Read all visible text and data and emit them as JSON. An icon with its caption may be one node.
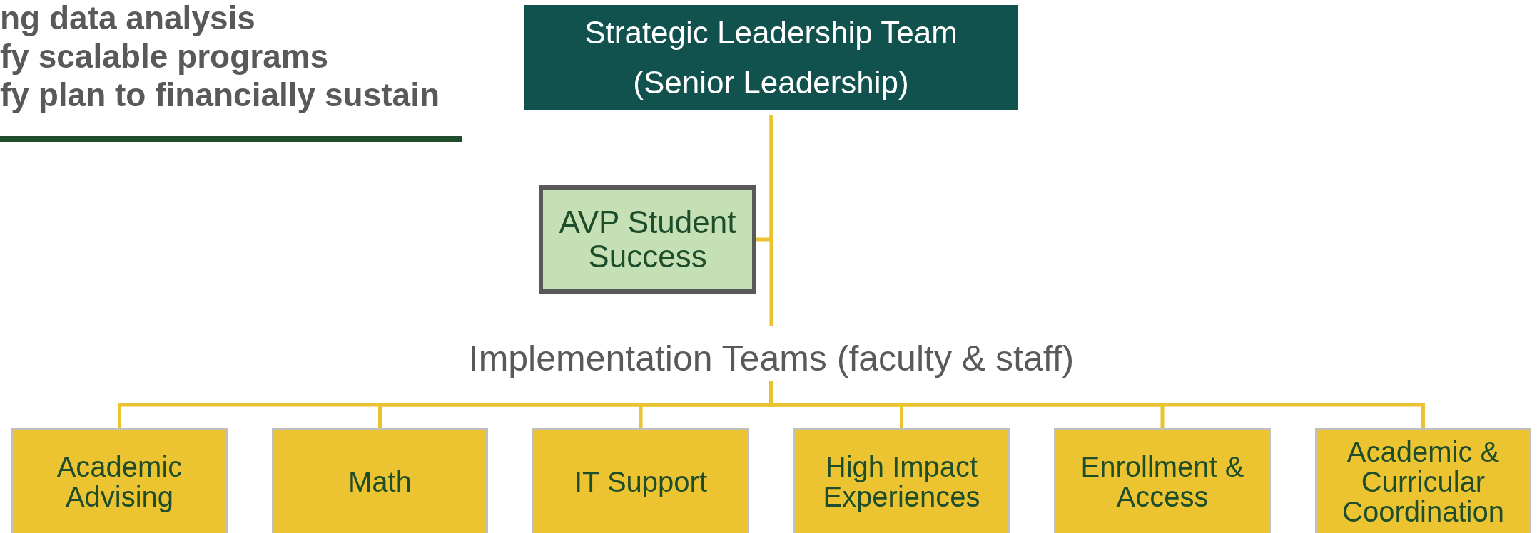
{
  "diagram": {
    "nodes": [
      {
        "text": [
          "Strategic Leadership Team (Senior Leadership)"
        ]
      },
      {
        "text": [
          "AVP Student Success"
        ]
      },
      {
        "text": [
          "Implementation Teams (faculty & staff)"
        ]
      },
      {
        "text": [
          "Academic Advising"
        ]
      },
      {
        "text": [
          "Math"
        ]
      },
      {
        "text": [
          "IT Support"
        ]
      },
      {
        "text": [
          "High Impact Experiences"
        ]
      },
      {
        "text": [
          "Enrollment & Access"
        ]
      },
      {
        "text": [
          "Academic & Curricular Coordination"
        ]
      }
    ],
    "edges": [
      {
        "from": 0,
        "to": 1,
        "arrow": "none"
      },
      {
        "from": 0,
        "to": 2,
        "arrow": "none"
      },
      {
        "from": 2,
        "to": 3,
        "arrow": "none"
      },
      {
        "from": 2,
        "to": 4,
        "arrow": "none"
      },
      {
        "from": 2,
        "to": 5,
        "arrow": "none"
      },
      {
        "from": 2,
        "to": 6,
        "arrow": "none"
      },
      {
        "from": 2,
        "to": 7,
        "arrow": "none"
      },
      {
        "from": 2,
        "to": 8,
        "arrow": "none"
      }
    ],
    "labels": [
      "ng data analysis",
      "fy scalable programs",
      "fy plan to financially sustain"
    ]
  }
}
